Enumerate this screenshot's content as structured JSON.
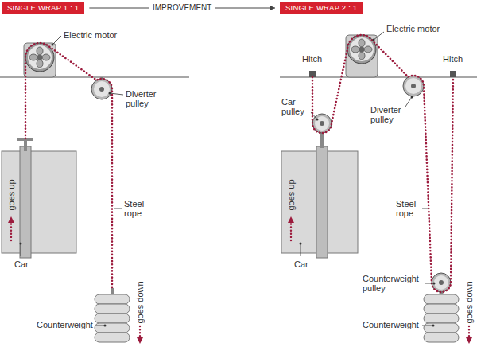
{
  "diagram": {
    "nodes": [
      {
        "text": [
          "SINGLE WRAP 1 : 1"
        ]
      },
      {
        "text": [
          "SINGLE WRAP 2 : 1"
        ]
      }
    ],
    "edges": [
      {
        "from": 0,
        "to": 1,
        "label": "IMPROVEMENT",
        "arrow": "to"
      }
    ],
    "labels": [
      "Electric motor",
      "Diverter pulley",
      "Steel rope",
      "goes up",
      "Car",
      "goes down",
      "Counterweight",
      "Hitch",
      "Electric motor",
      "Hitch",
      "Car pulley",
      "Diverter pulley",
      "Steel rope",
      "goes up",
      "Car",
      "Counterweight pulley",
      "goes down",
      "Counterweight"
    ]
  }
}
